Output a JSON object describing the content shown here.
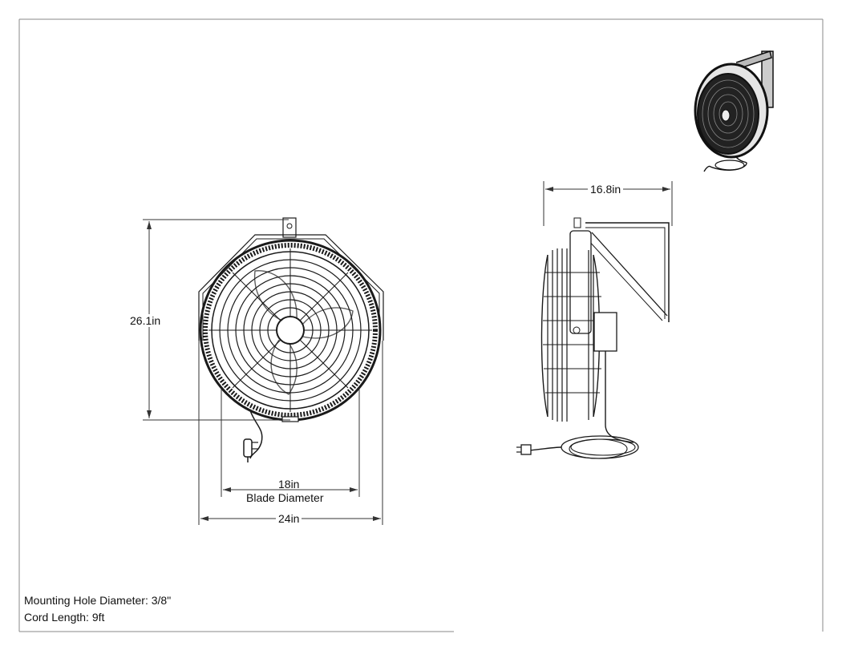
{
  "dimensions": {
    "height": "26.1in",
    "side_depth": "16.8in",
    "blade_value": "18in",
    "blade_caption": "Blade Diameter",
    "width": "24in"
  },
  "notes": {
    "mounting_hole": "Mounting Hole Diameter: 3/8\"",
    "cord_length": "Cord Length: 9ft"
  },
  "colors": {
    "line": "#1a1a1a",
    "frame": "#888888",
    "paper": "#ffffff"
  }
}
